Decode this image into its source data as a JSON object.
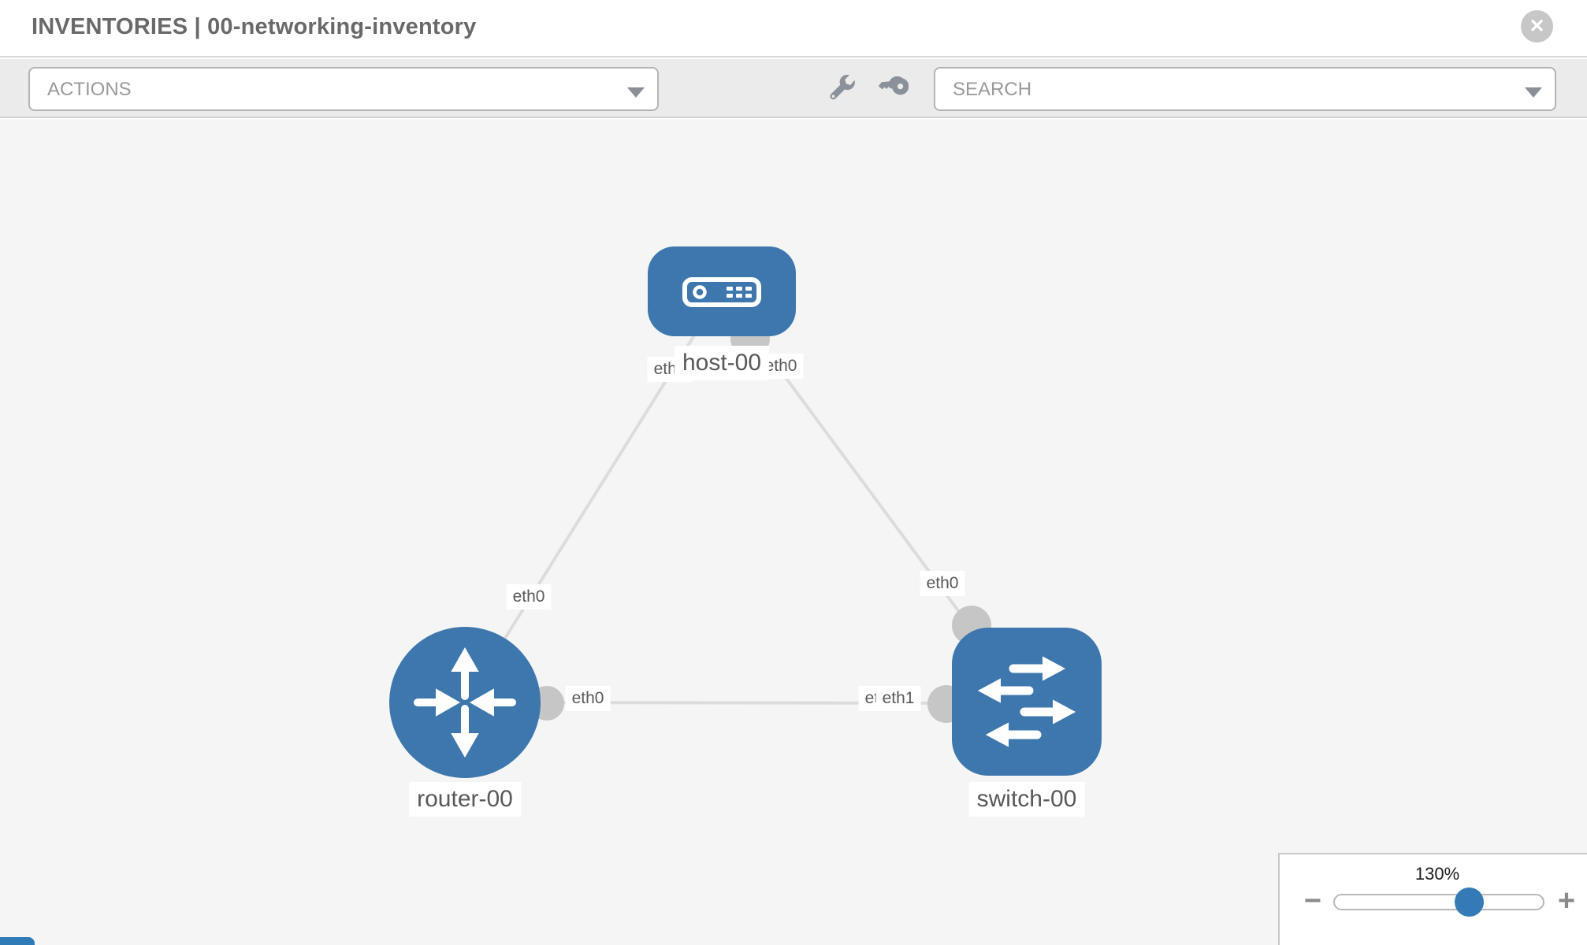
{
  "header": {
    "title": "INVENTORIES | 00-networking-inventory",
    "close_label": "✕"
  },
  "toolbar": {
    "actions_label": "ACTIONS",
    "search_label": "SEARCH",
    "icons": [
      "wrench-icon",
      "key-icon"
    ]
  },
  "diagram": {
    "nodes": [
      {
        "id": "host-00",
        "type": "host",
        "label": "host-00"
      },
      {
        "id": "router-00",
        "type": "router",
        "label": "router-00"
      },
      {
        "id": "switch-00",
        "type": "switch",
        "label": "switch-00"
      }
    ],
    "edges": [
      {
        "from": "host-00",
        "to": "router-00",
        "from_if": "eth0",
        "to_if": "eth0"
      },
      {
        "from": "host-00",
        "to": "switch-00",
        "from_if": "eth0",
        "to_if": "eth0"
      },
      {
        "from": "router-00",
        "to": "switch-00",
        "from_if": "eth0",
        "to_if": "eth1",
        "overlapped_label": "eth0"
      }
    ]
  },
  "zoom_control": {
    "level": "130%",
    "percent": 130,
    "minus_label": "−",
    "plus_label": "+"
  },
  "colors": {
    "node_blue": "#3d77ae",
    "slider_thumb_blue": "#337ab7",
    "edge_gray": "#dcdcdc",
    "port_gray": "#c6c6c6",
    "toolbar_bg": "#ebebeb",
    "canvas_bg": "#f5f5f5"
  }
}
